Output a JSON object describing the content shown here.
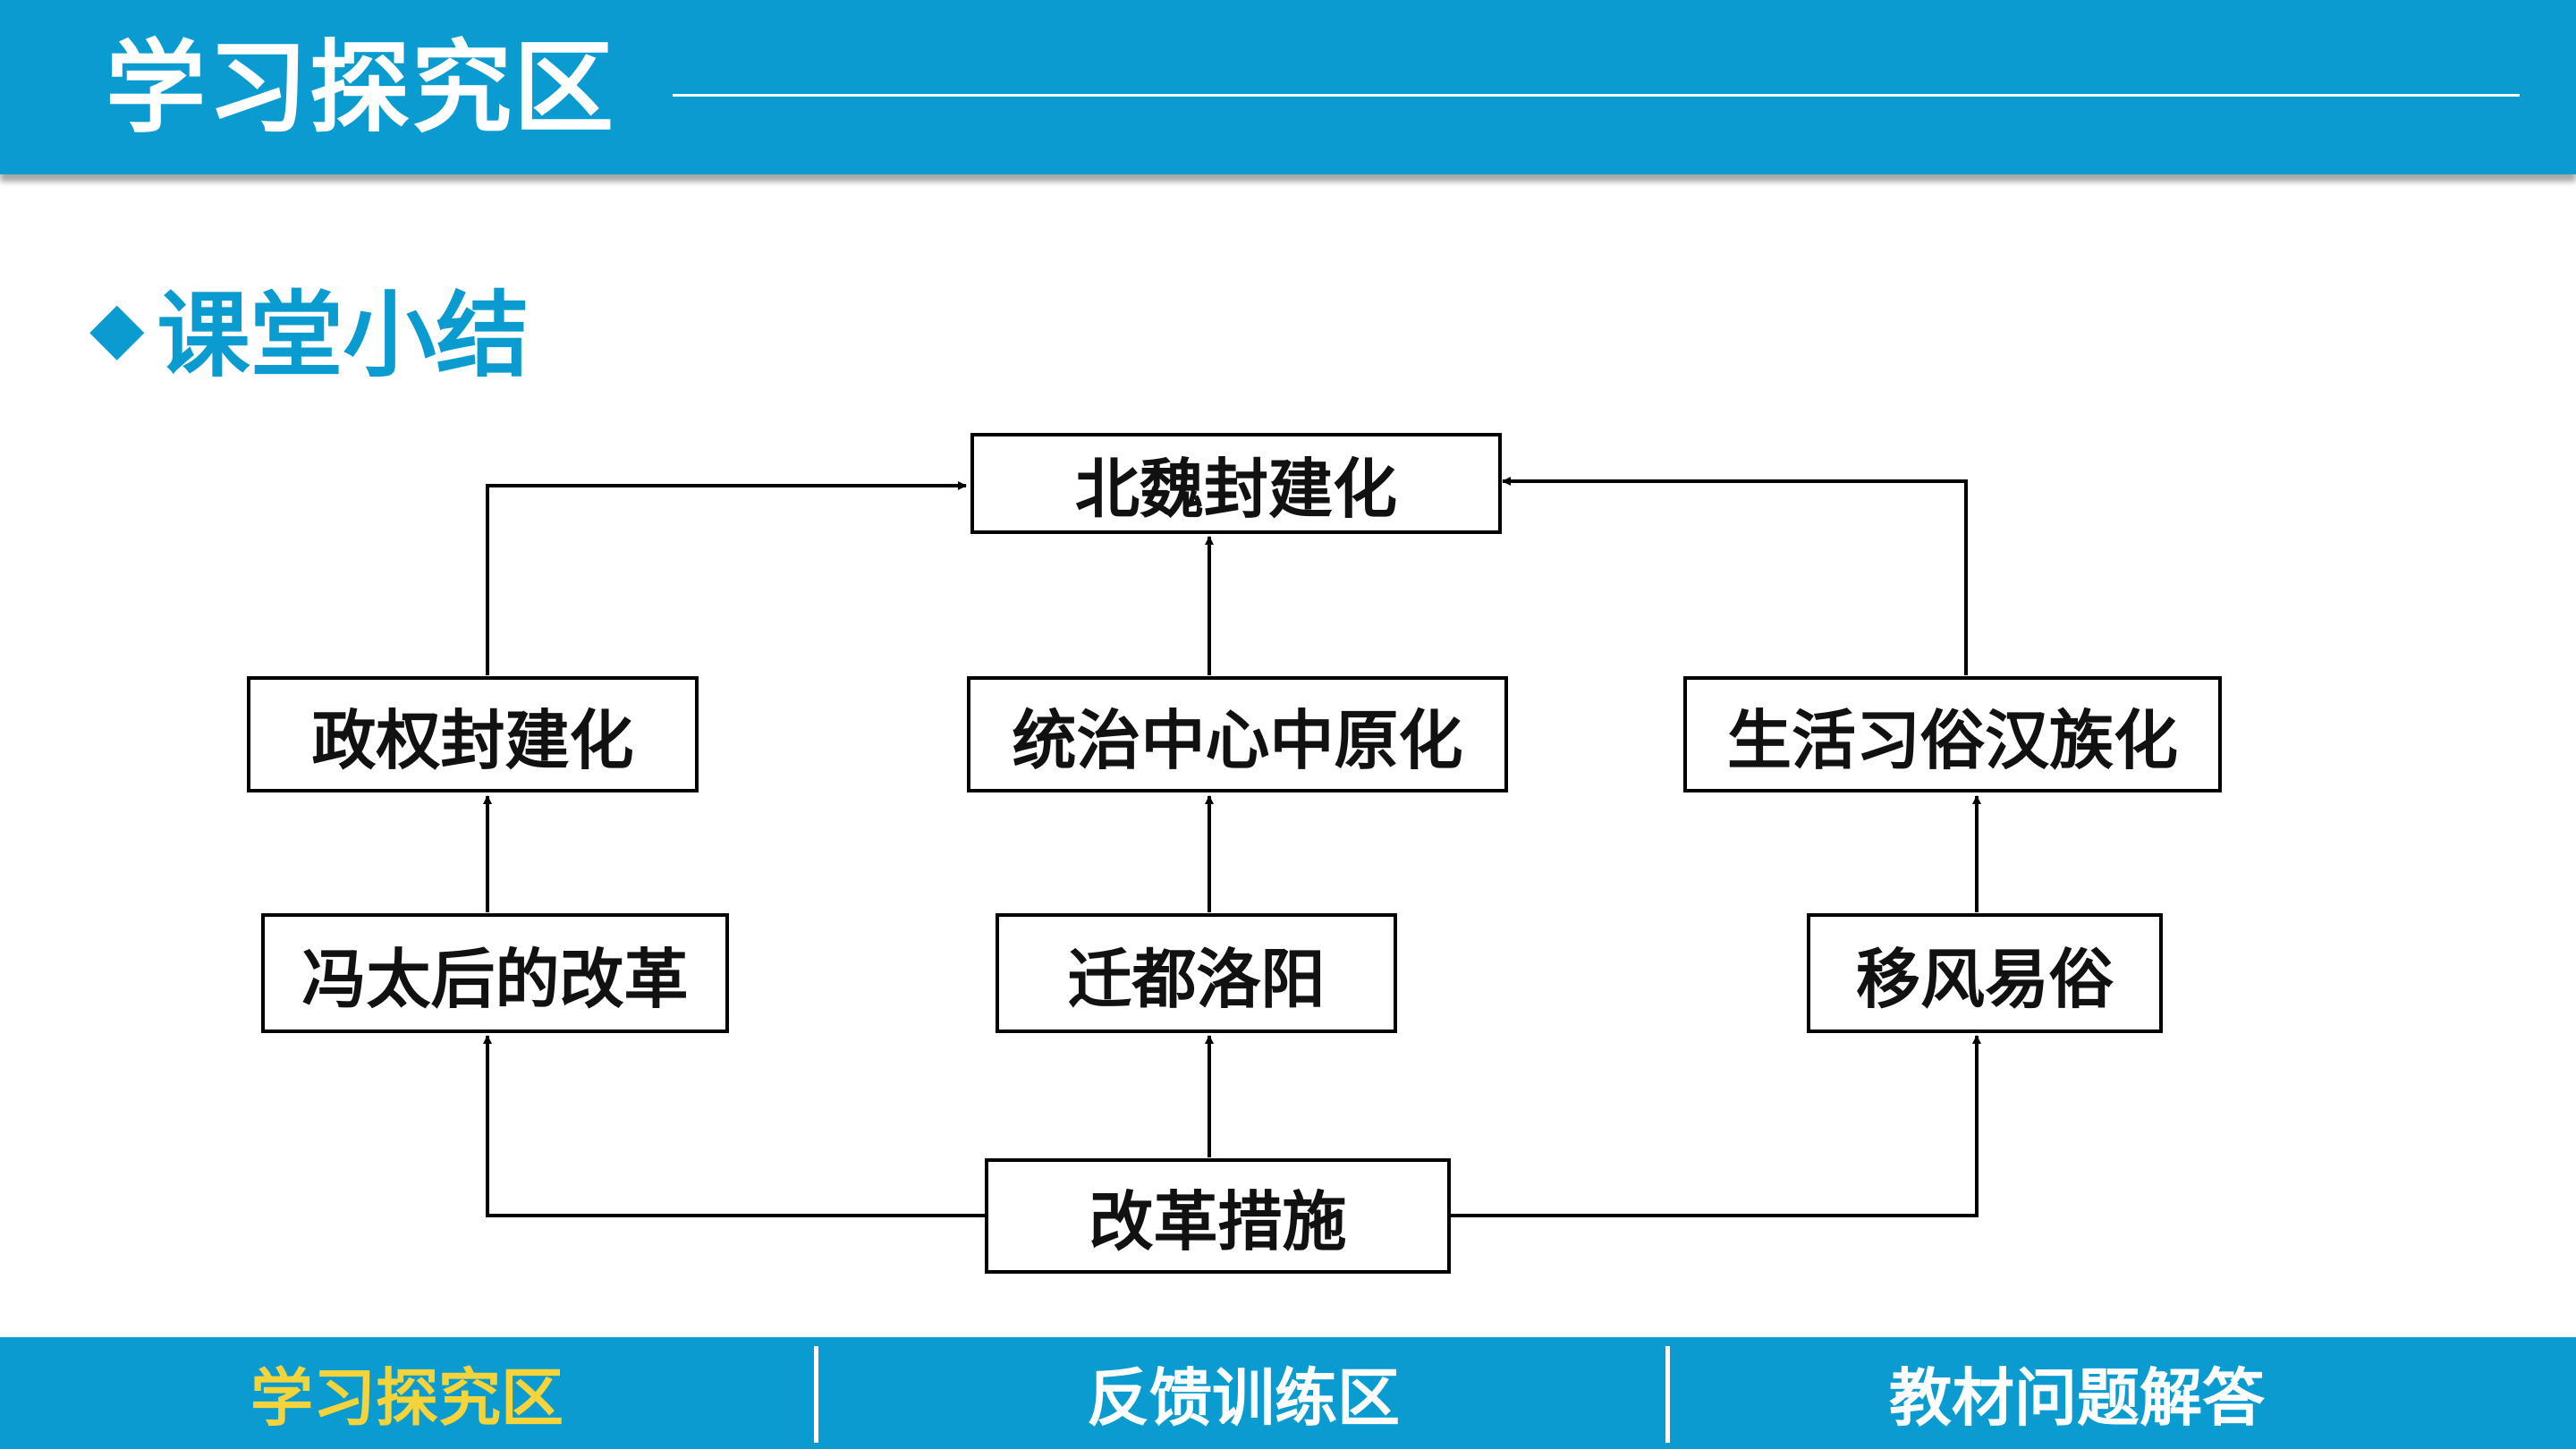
{
  "header": {
    "title": "学习探究区"
  },
  "section": {
    "title": "课堂小结"
  },
  "diagram": {
    "top": "北魏封建化",
    "left_mid": "政权封建化",
    "center_mid": "统治中心中原化",
    "right_mid": "生活习俗汉族化",
    "left_low": "冯太后的改革",
    "center_low": "迁都洛阳",
    "right_low": "移风易俗",
    "bottom": "改革措施"
  },
  "footer": {
    "tabs": [
      {
        "label": "学习探究区",
        "active": true
      },
      {
        "label": "反馈训练区",
        "active": false
      },
      {
        "label": "教材问题解答",
        "active": false
      }
    ]
  },
  "colors": {
    "accent": "#0a9bd0",
    "active_tab": "#f5d33b"
  }
}
